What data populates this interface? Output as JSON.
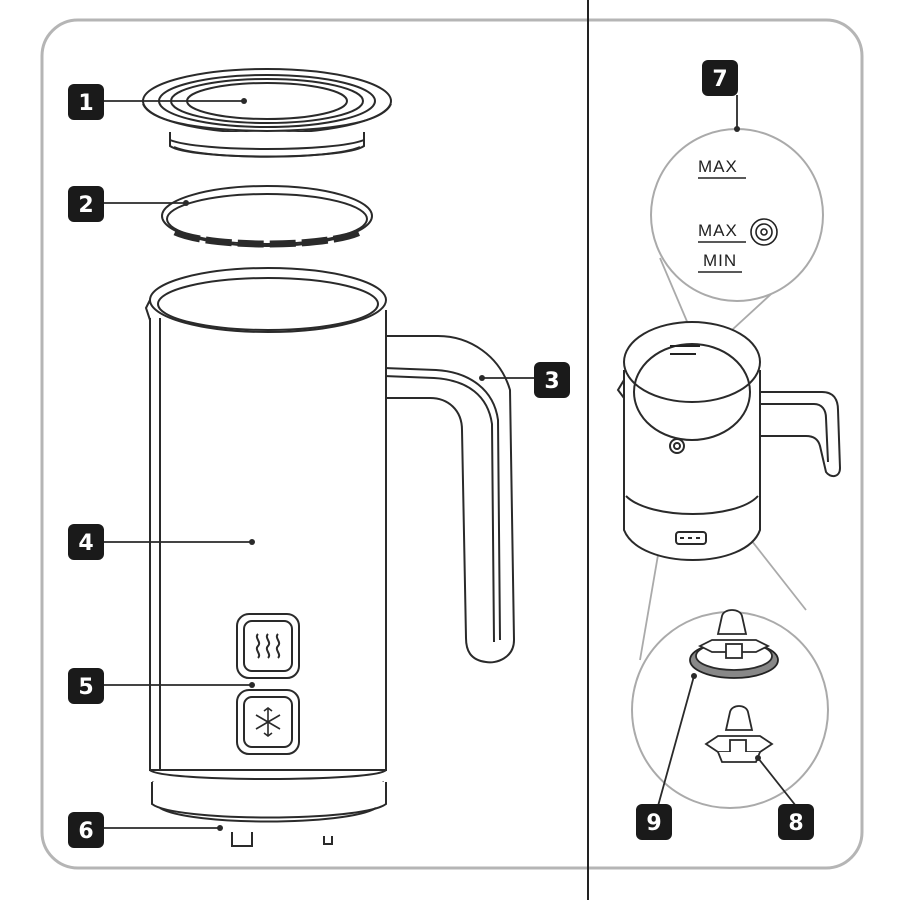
{
  "callouts": [
    {
      "number": "1",
      "part": "lid"
    },
    {
      "number": "2",
      "part": "lid-seal"
    },
    {
      "number": "3",
      "part": "handle"
    },
    {
      "number": "4",
      "part": "jug-body"
    },
    {
      "number": "5",
      "part": "control-buttons"
    },
    {
      "number": "6",
      "part": "base"
    },
    {
      "number": "7",
      "part": "max-min-markings"
    },
    {
      "number": "8",
      "part": "whisk-without-spring"
    },
    {
      "number": "9",
      "part": "whisk-with-spring"
    }
  ],
  "markings": {
    "max_top": "MAX",
    "max_froth": "MAX",
    "min": "MIN"
  },
  "icons": {
    "heat_button": "heat-waves-icon",
    "cold_button": "snowflake-icon",
    "froth_level": "froth-circle-icon"
  },
  "colors": {
    "badge": "#1a1a1a",
    "frame": "#b5b5b5",
    "line": "#2a2a2a",
    "zoom_line": "#aaaaaa"
  }
}
